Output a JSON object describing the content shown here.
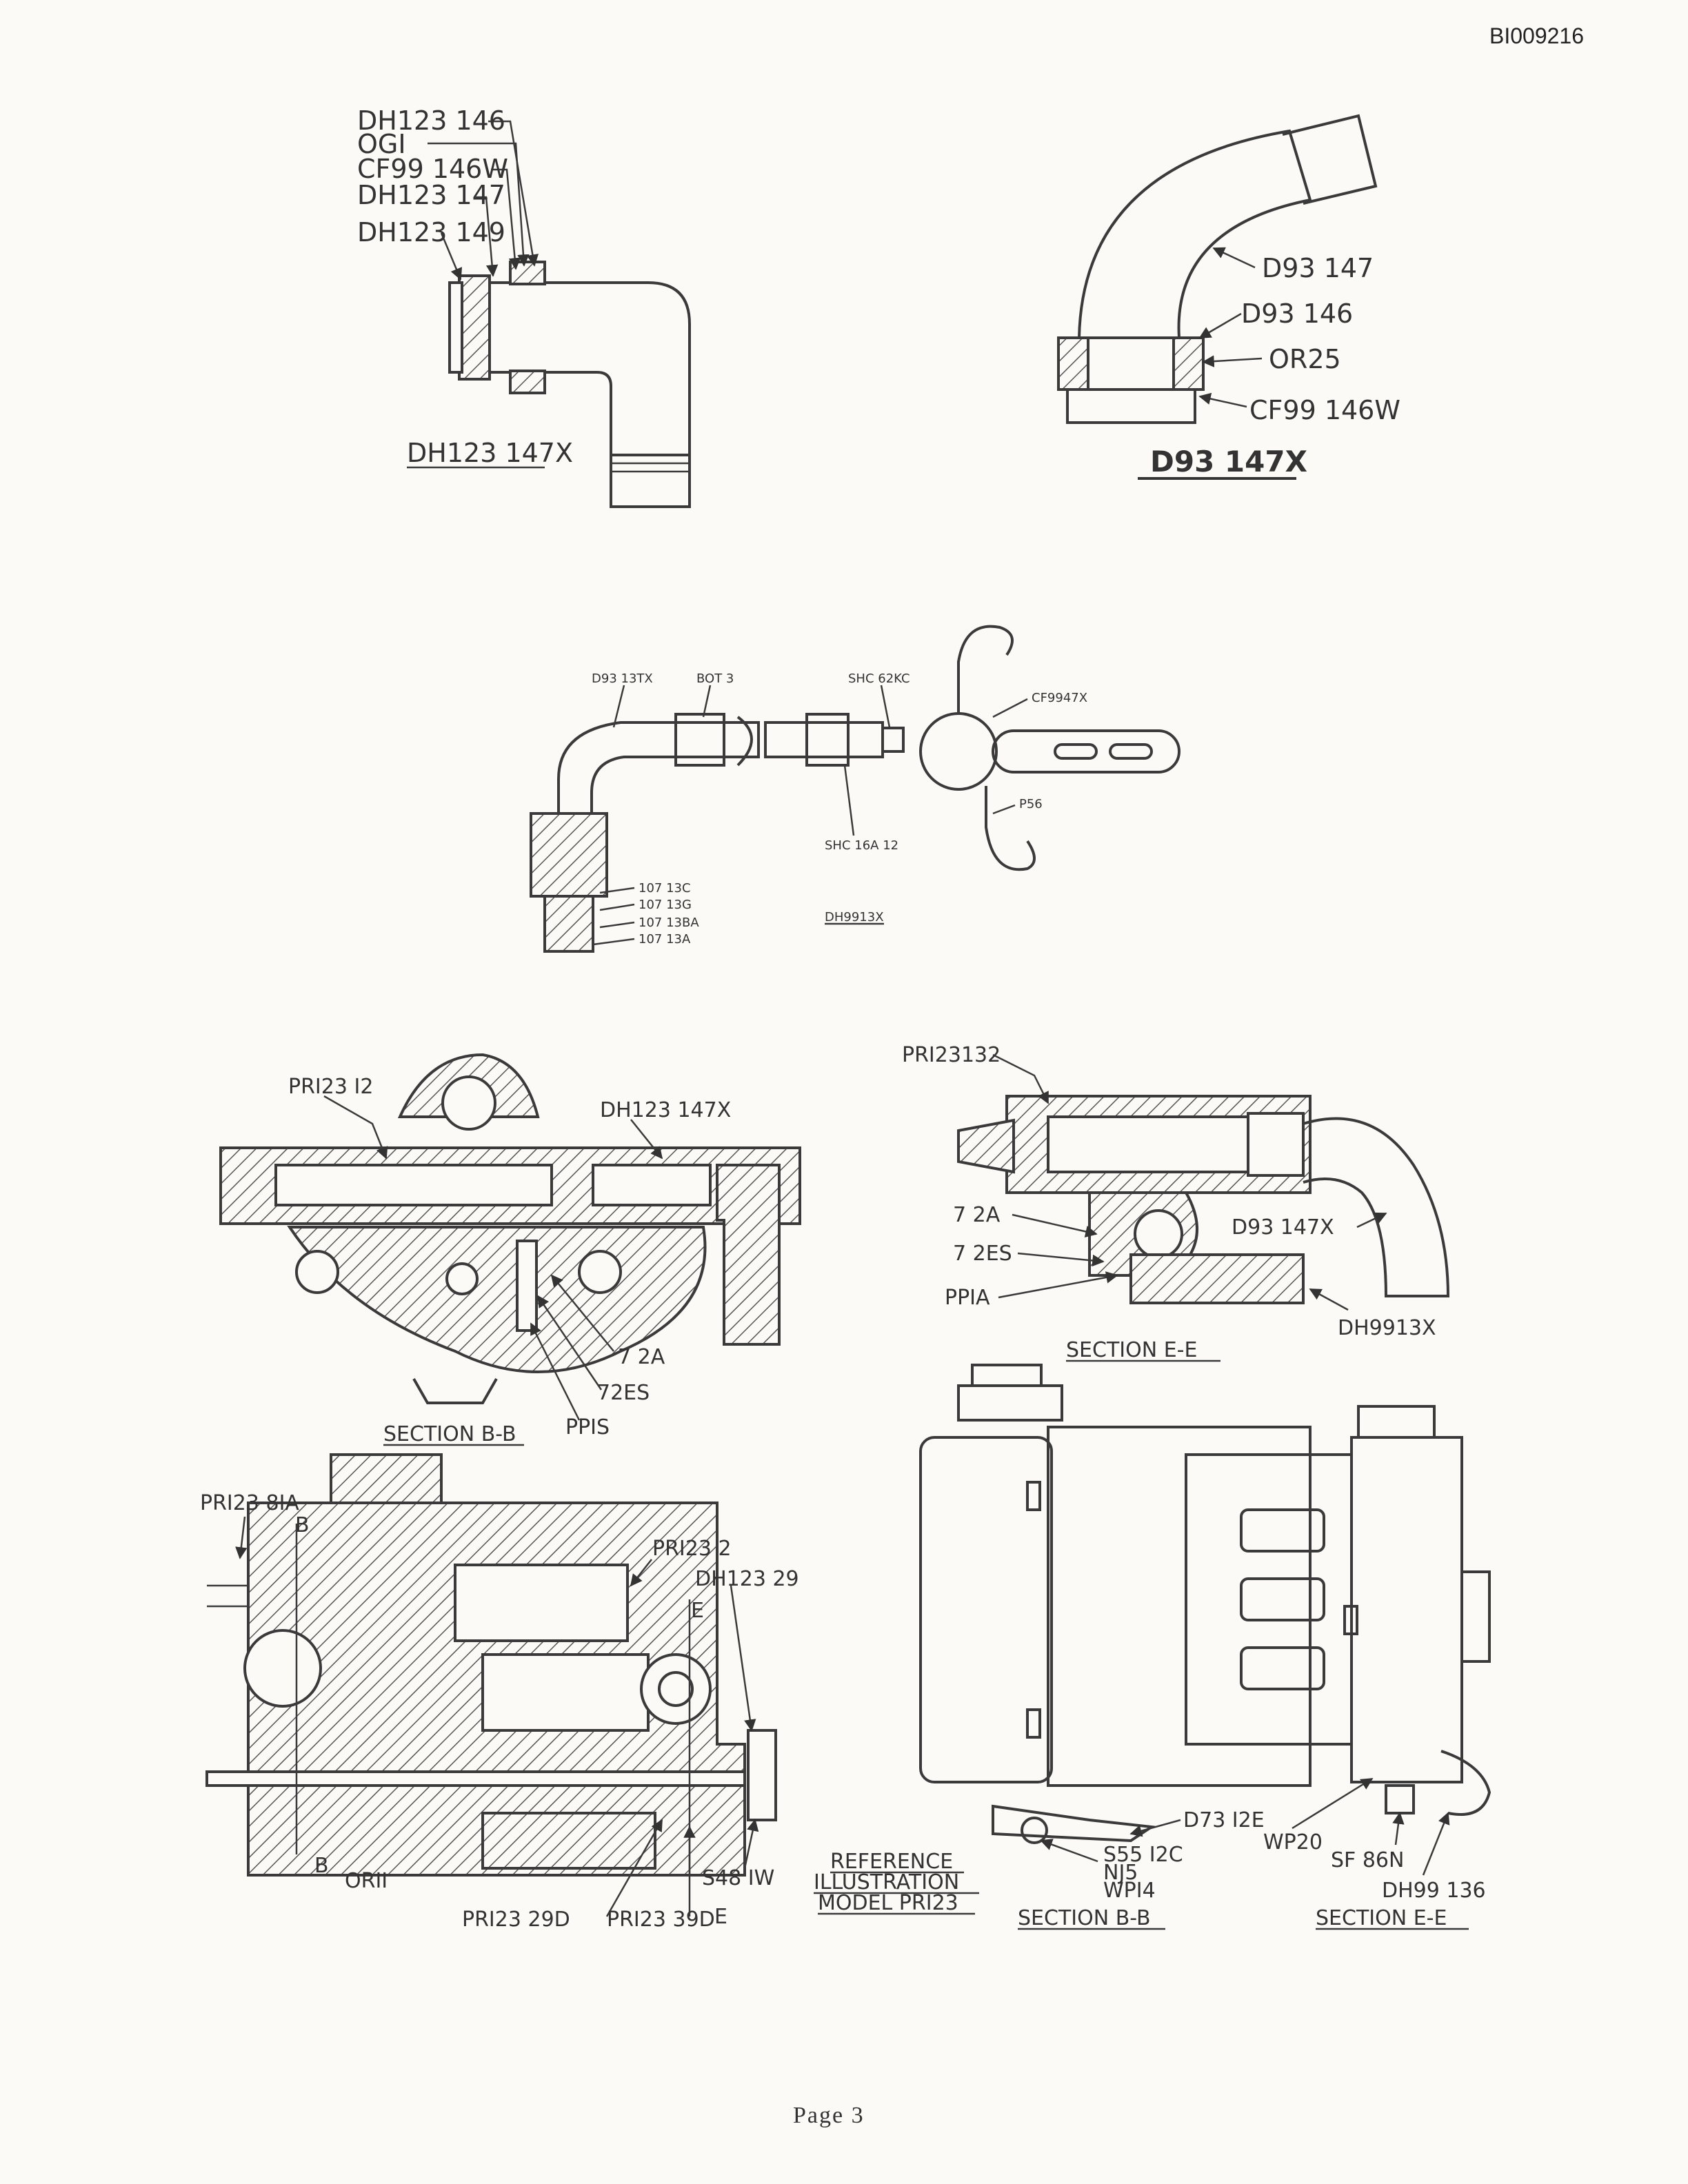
{
  "document_id": "BI009216",
  "page_label": "Page   3",
  "top_left_detail": {
    "labels": [
      "DH123 146",
      "OGI",
      "CF99 146W",
      "DH123 147",
      "DH123 149"
    ],
    "caption": "DH123 147X"
  },
  "top_right_detail": {
    "labels": [
      "D93 147",
      "D93 146",
      "OR25",
      "CF99 146W"
    ],
    "caption": "D93 147X"
  },
  "middle_detail": {
    "labels": [
      "D93 13TX",
      "BOT 3",
      "SHC 62KC",
      "CF9947X",
      "P56",
      "SHC 16A 12",
      "107 13C",
      "107 13G",
      "107 13BA",
      "107 13A"
    ],
    "caption": "DH9913X"
  },
  "section_bb_detail": {
    "labels": [
      "PRI23 I2",
      "DH123 147X",
      "7 2A",
      "72ES",
      "PPIS"
    ],
    "caption": "SECTION B-B"
  },
  "section_ee_detail": {
    "labels": [
      "PRI23132",
      "7 2A",
      "7 2ES",
      "PPIA",
      "D93 147X",
      "DH9913X"
    ],
    "caption": "SECTION E-E"
  },
  "main_section_detail": {
    "labels": [
      "PRI23 8IA",
      "B",
      "PRI23 2",
      "DH123 29",
      "E",
      "B",
      "ORII",
      "S48 IW",
      "PRI23 29D",
      "PRI23 39D",
      "E"
    ]
  },
  "reference_note": [
    "REFERENCE",
    "ILLUSTRATION",
    "MODEL PRI23"
  ],
  "exterior_view_detail": {
    "labels": [
      "D73 I2E",
      "S55 I2C",
      "NJ5",
      "WPI4",
      "WP20",
      "SF 86N",
      "DH99 136"
    ],
    "captions": [
      "SECTION B-B",
      "SECTION E-E"
    ]
  }
}
